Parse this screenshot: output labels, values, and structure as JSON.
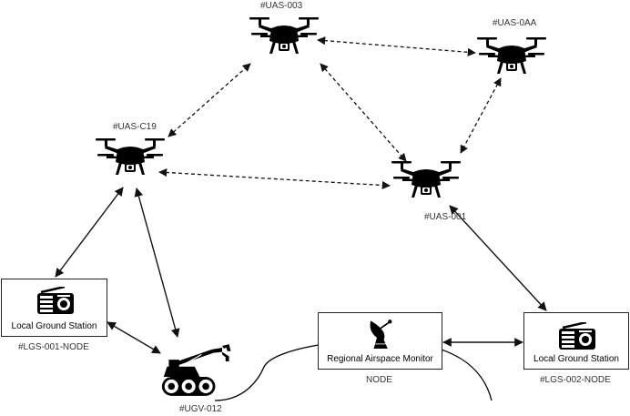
{
  "drones": {
    "uas_003": "#UAS-003",
    "uas_0aa": "#UAS-0AA",
    "uas_c19": "#UAS-C19",
    "uas_001": "#UAS-001"
  },
  "stations": {
    "lgs_001": {
      "title": "Local Ground Station",
      "tag": "#LGS-001-NODE"
    },
    "lgs_002": {
      "title": "Local Ground Station",
      "tag": "#LGS-002-NODE"
    },
    "monitor": {
      "title": "Regional Airspace Monitor",
      "tag": "NODE"
    }
  },
  "ugv": {
    "tag": "#UGV-012"
  },
  "icons": [
    "drone-icon",
    "radio-icon",
    "satellite-dish-icon",
    "robot-vehicle-icon"
  ],
  "colors": {
    "ink": "#000000",
    "label": "#333333",
    "line": "#111111"
  }
}
